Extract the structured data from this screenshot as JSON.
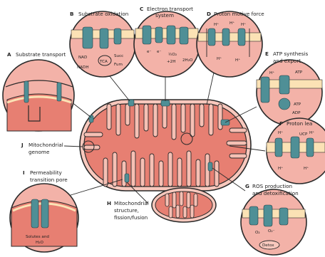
{
  "colors": {
    "matrix": "#e77f72",
    "inner": "#f6c0b4",
    "membrane": "#fbe2b5",
    "protein": "#4f8f96",
    "outline": "#2a2a2a"
  },
  "panels": {
    "A": {
      "letter": "A",
      "text": "Substrate transport"
    },
    "B": {
      "letter": "B",
      "text": "Substrate oxidation"
    },
    "C": {
      "letter": "C",
      "text": "Electron transport",
      "text2": "system"
    },
    "D": {
      "letter": "D",
      "text": "Proton motive force"
    },
    "E": {
      "letter": "E",
      "text": "ATP synthesis",
      "text2": "and export"
    },
    "F": {
      "letter": "F",
      "text": "Proton lea"
    },
    "G": {
      "letter": "G",
      "text": "ROS production",
      "text2": "and detoxification"
    },
    "H": {
      "letter": "H",
      "text": "Mitochondrial",
      "text2": "structure,",
      "text3": "fission/fusion"
    },
    "I": {
      "letter": "I",
      "text": "Permeability",
      "text2": "transition pore"
    },
    "J": {
      "letter": "J",
      "text": "Mitochondrial",
      "text2": "genome"
    }
  },
  "inset_labels": {
    "nad": "NAD",
    "nadh": "NADH",
    "tca": "TCA",
    "succ": "Succ",
    "fum": "Fum",
    "e1": "e⁻",
    "e2": "e⁻",
    "half_o2": "½O₂",
    "plus_2h": "+2H",
    "h2o": "2H₂O",
    "hplus": "H⁺",
    "atp_top": "ATP",
    "atp_mid": "ATP",
    "adp": "ADP",
    "ucp": "UCP",
    "solutes": "Solutes and",
    "h2o_small": "H₂O",
    "o2a": "O₂",
    "o2b": "O₂⁻",
    "detox": "Detox"
  }
}
